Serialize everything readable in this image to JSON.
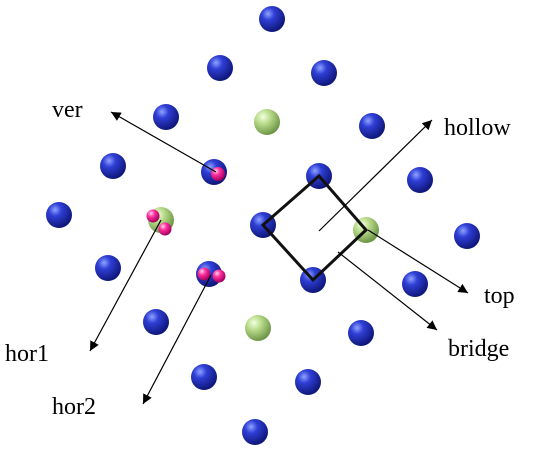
{
  "labels": {
    "ver": "ver",
    "hollow": "hollow",
    "top": "top",
    "bridge": "bridge",
    "hor1": "hor1",
    "hor2": "hor2"
  },
  "colors": {
    "blue_atom": "#2f3fd6",
    "blue_atom_dark": "#0f177a",
    "green_atom": "#b9dc8b",
    "green_atom_dark": "#6f9648",
    "pink_atom": "#ff2f9d",
    "pink_atom_dark": "#a3005f",
    "line": "#000000",
    "unit_cell": "#111111"
  }
}
